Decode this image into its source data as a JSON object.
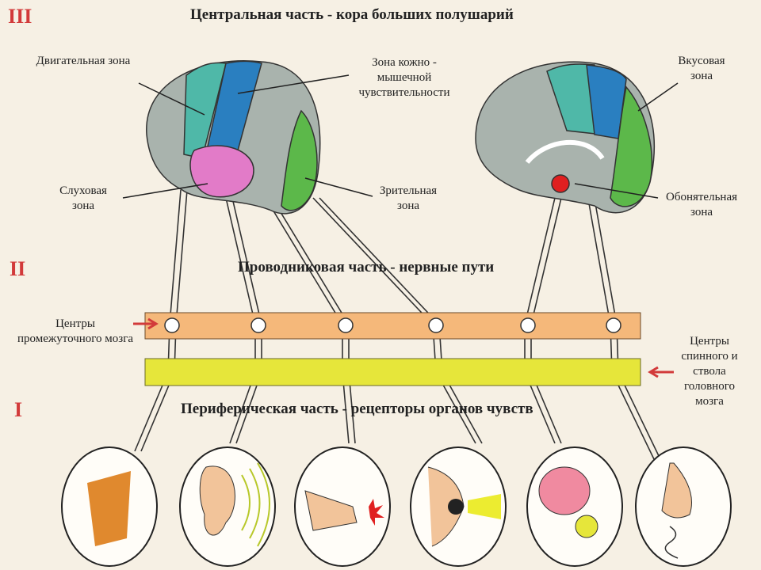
{
  "sections": {
    "central": {
      "numeral": "III",
      "title": "Центральная часть - кора больших полушарий"
    },
    "conductive": {
      "numeral": "II",
      "title": "Проводниковая часть - нервные пути"
    },
    "peripheral": {
      "numeral": "I",
      "title": "Периферическая часть - рецепторы органов чувств"
    }
  },
  "zones": {
    "motor": "Двигательная зона",
    "skin": "Зона кожно - мышечной чувствительности",
    "taste": "Вкусовая зона",
    "hearing": "Слуховая зона",
    "visual": "Зрительная зона",
    "smell": "Обонятельная зона"
  },
  "centers": {
    "diencephalon": "Центры промежуточного мозга",
    "spinal": "Центры спинного и ствола головного мозга"
  },
  "organs": [
    "muscle",
    "ear",
    "skin-touch",
    "eye",
    "tongue",
    "nose"
  ],
  "colors": {
    "numeral": "#d23a3a",
    "band_orange": "#f5b87a",
    "band_yellow": "#e6e63a",
    "motor": "#4fb8a8",
    "skin": "#2a7fc0",
    "hearing": "#e27bc8",
    "visual": "#5cb84a",
    "cortex": "#a9b3ad"
  }
}
